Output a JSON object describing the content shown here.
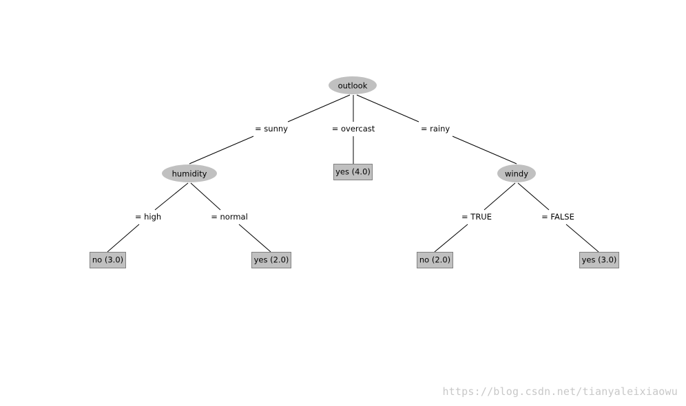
{
  "tree": {
    "nodes": [
      {
        "id": "outlook",
        "label": "outlook"
      },
      {
        "id": "humidity",
        "label": "humidity"
      },
      {
        "id": "windy",
        "label": "windy"
      }
    ],
    "leaves": [
      {
        "id": "leaf-overcast",
        "label": "yes (4.0)"
      },
      {
        "id": "leaf-high",
        "label": "no (3.0)"
      },
      {
        "id": "leaf-normal",
        "label": "yes (2.0)"
      },
      {
        "id": "leaf-true",
        "label": "no (2.0)"
      },
      {
        "id": "leaf-false",
        "label": "yes (3.0)"
      }
    ],
    "edges": [
      {
        "id": "sunny",
        "from": "outlook",
        "to": "humidity",
        "label": "= sunny"
      },
      {
        "id": "overcast",
        "from": "outlook",
        "to": "leaf-overcast",
        "label": "= overcast"
      },
      {
        "id": "rainy",
        "from": "outlook",
        "to": "windy",
        "label": "= rainy"
      },
      {
        "id": "high",
        "from": "humidity",
        "to": "leaf-high",
        "label": "= high"
      },
      {
        "id": "normal",
        "from": "humidity",
        "to": "leaf-normal",
        "label": "= normal"
      },
      {
        "id": "true",
        "from": "windy",
        "to": "leaf-true",
        "label": "= TRUE"
      },
      {
        "id": "false",
        "from": "windy",
        "to": "leaf-false",
        "label": "= FALSE"
      }
    ]
  },
  "watermark": "https://blog.csdn.net/tianyaleixiaowu"
}
